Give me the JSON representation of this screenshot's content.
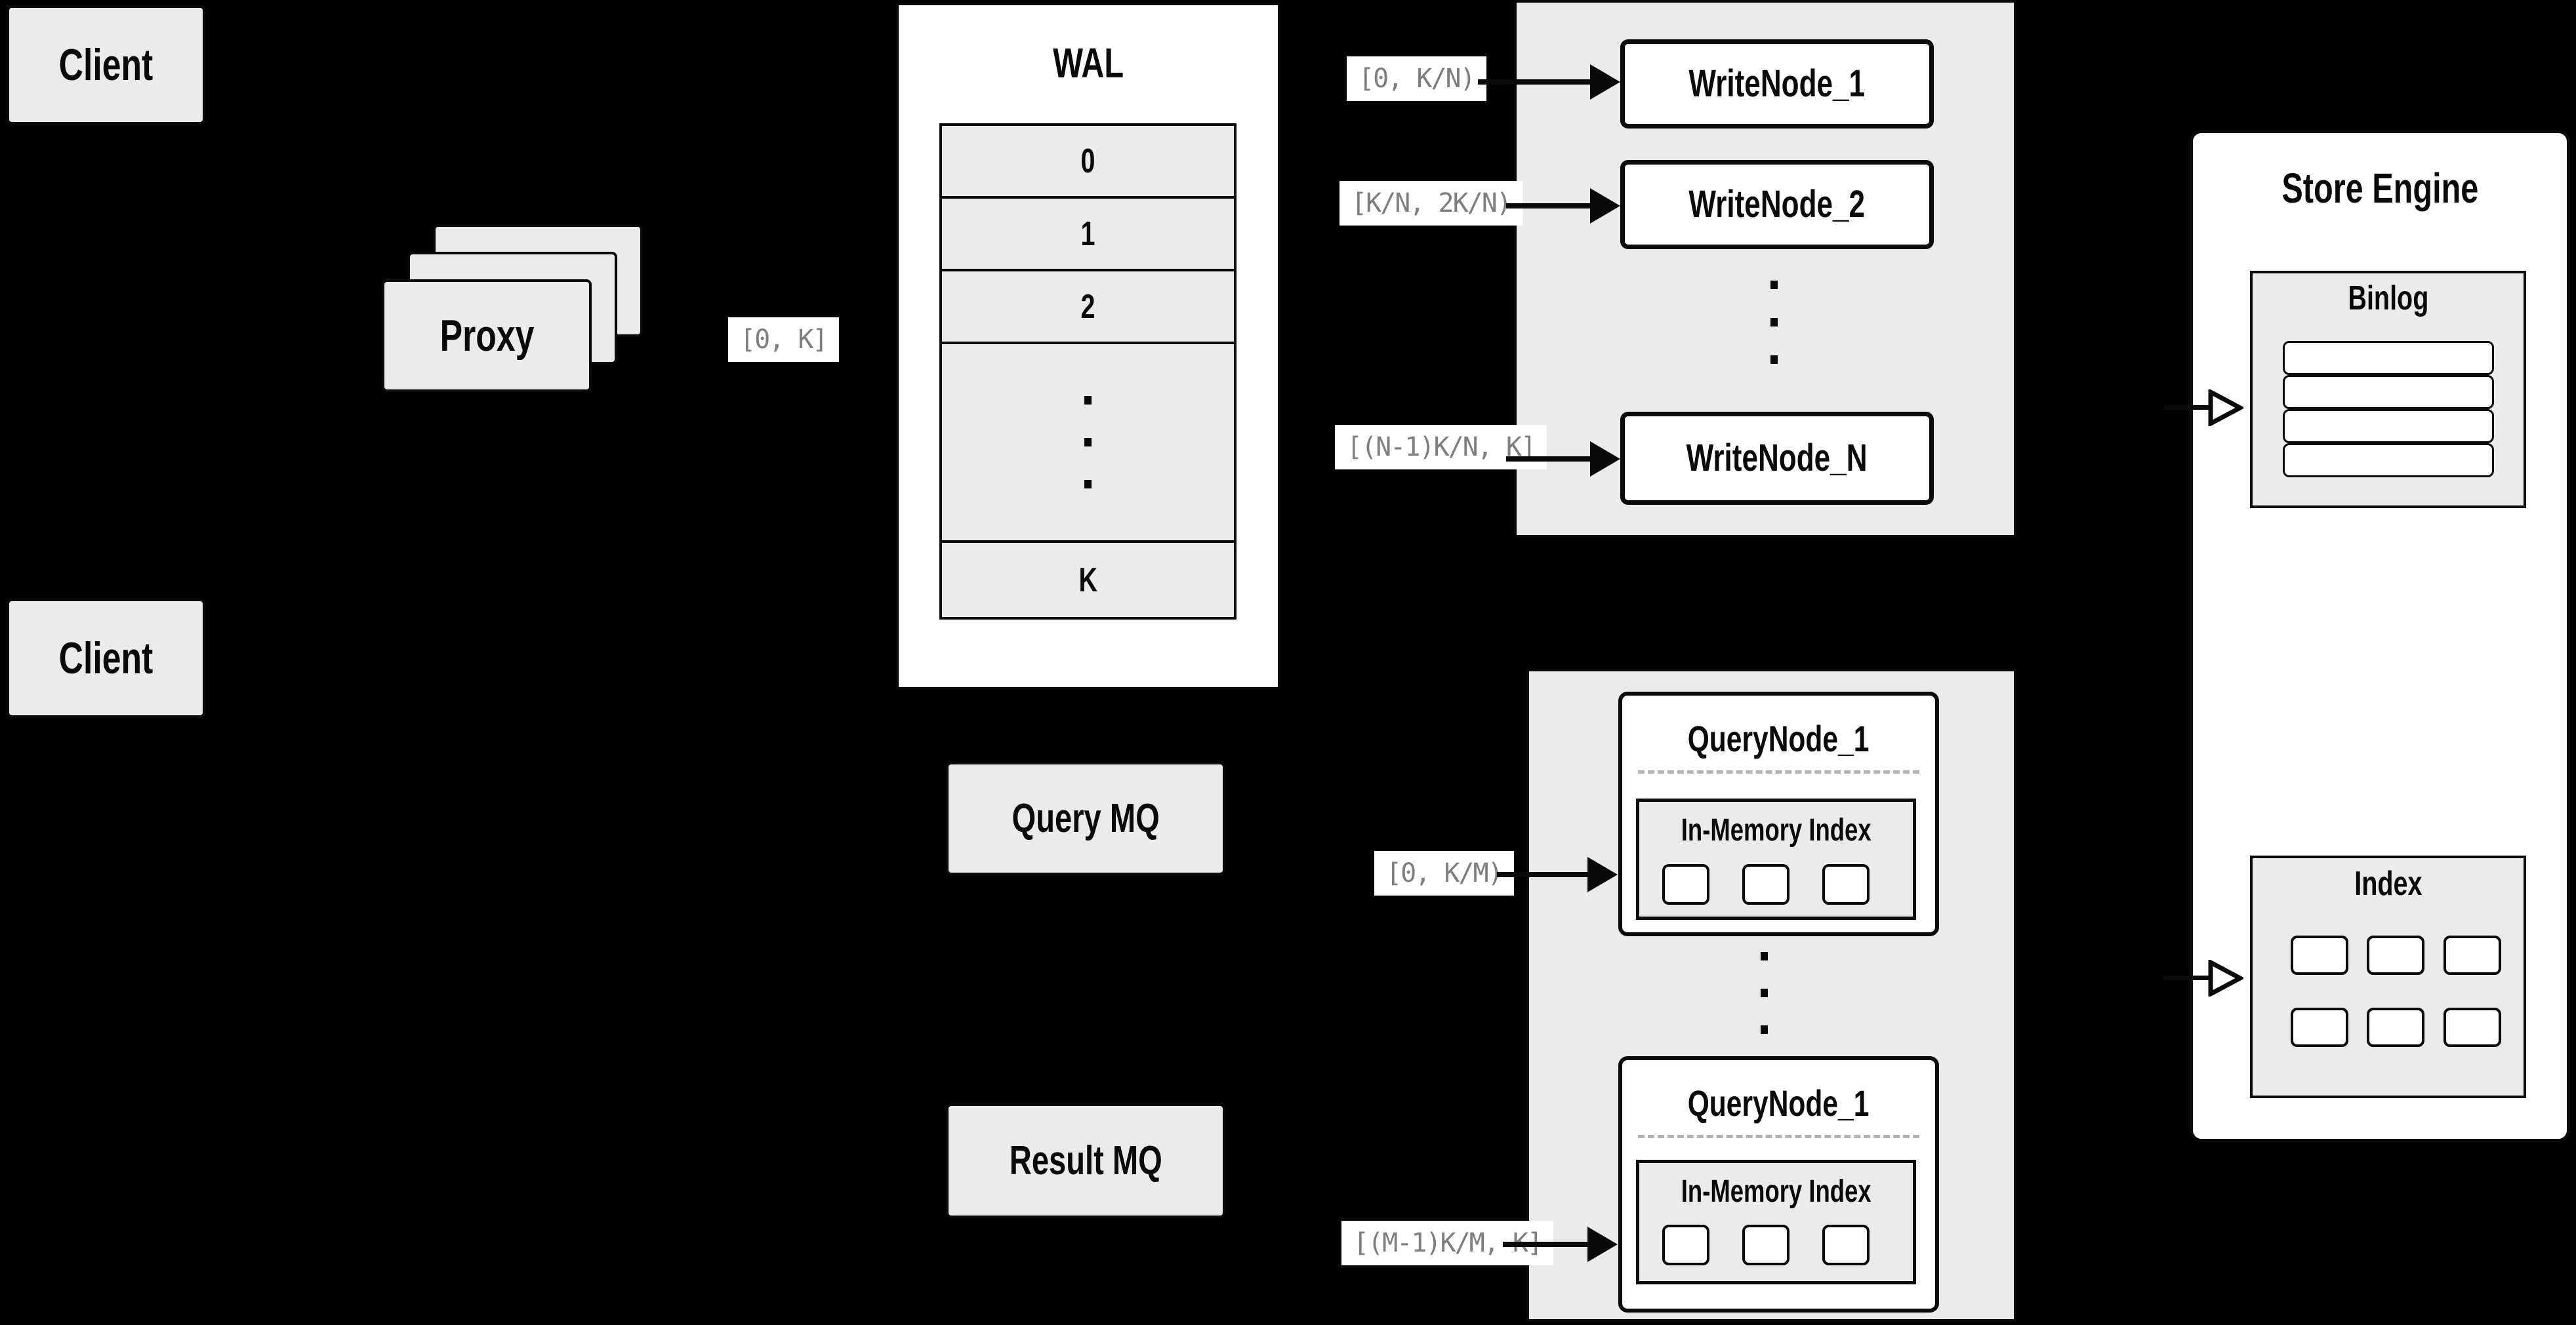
{
  "colors": {
    "background": "#000000",
    "panel_fill": "#ebebeb",
    "box_fill": "#ffffff",
    "border": "#0a0a0a",
    "range_label_text": "#7e7e7e",
    "dashed_separator": "#b3b3b3"
  },
  "client_top": {
    "label": "Client"
  },
  "client_bottom": {
    "label": "Client"
  },
  "proxy": {
    "label": "Proxy"
  },
  "wal": {
    "title": "WAL",
    "rows": [
      "0",
      "1",
      "2"
    ],
    "last_row": "K"
  },
  "range_labels": {
    "proxy_out": "[0, K]",
    "write_node_1": "[0, K/N)",
    "write_node_2": "[K/N, 2K/N)",
    "write_node_n": "[(N-1)K/N, K]",
    "query_node_1": "[0, K/M)",
    "query_node_m": "[(M-1)K/M, K]"
  },
  "write_nodes": {
    "node_1": "WriteNode_1",
    "node_2": "WriteNode_2",
    "node_n": "WriteNode_N"
  },
  "mq": {
    "query": "Query MQ",
    "result": "Result MQ"
  },
  "query_nodes": {
    "top": {
      "title": "QueryNode_1",
      "inner_title": "In-Memory Index"
    },
    "bottom": {
      "title": "QueryNode_1",
      "inner_title": "In-Memory Index"
    }
  },
  "store_engine": {
    "title": "Store Engine",
    "binlog_title": "Binlog",
    "index_title": "Index"
  }
}
